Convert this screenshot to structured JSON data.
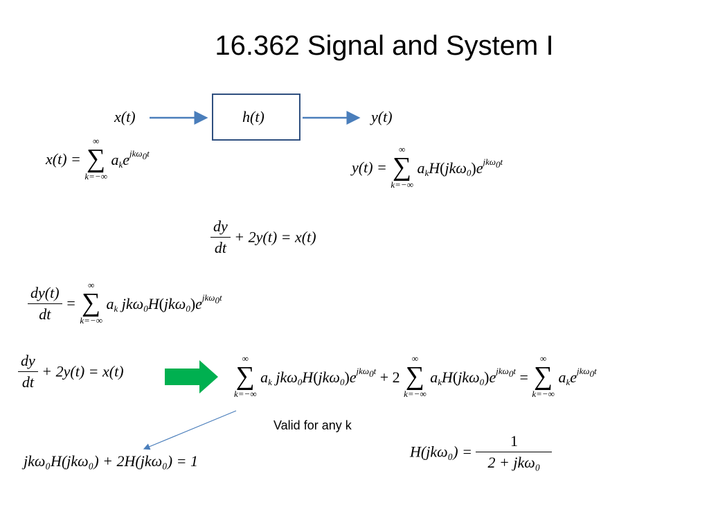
{
  "slide": {
    "title": "16.362 Signal and System I"
  },
  "block_diagram": {
    "input_label": "x(t)",
    "system_label": "h(t)",
    "output_label": "y(t)"
  },
  "equations": {
    "input_series_lhs": "x(t) =",
    "output_series_lhs": "y(t) =",
    "ode": "+ 2y(t) = x(t)",
    "ode_frac_num": "dy",
    "ode_frac_den": "dt",
    "derivative_lhs_num": "dy(t)",
    "derivative_lhs_den": "dt",
    "sum_upper": "∞",
    "sum_lower": "k=−∞",
    "final_relation": "jkω₀H(jkω₀) + 2H(jkω₀) = 1",
    "transfer_lhs": "H(jkω₀) =",
    "transfer_num": "1",
    "transfer_den": "2 + jkω₀"
  },
  "annotations": {
    "valid_note": "Valid for any k"
  },
  "colors": {
    "diagram_arrow": "#4a7ebb",
    "box_border": "#2f4f7f",
    "big_arrow": "#00b050"
  }
}
